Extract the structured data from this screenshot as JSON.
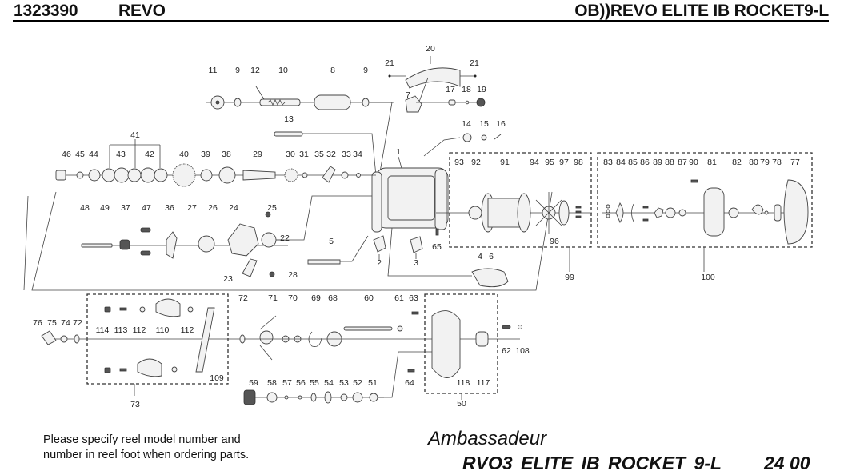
{
  "header": {
    "part_number": "1323390",
    "series": "REVO",
    "model_title": "OB))REVO ELITE IB ROCKET9-L"
  },
  "footer": {
    "note_line1": "Please specify reel model number and",
    "note_line2": "number in reel foot when ordering parts.",
    "brand": "Ambassadeur",
    "model": "RVO3  ELITE IB ROCKET 9-L",
    "code": "24 00"
  },
  "callouts": [
    {
      "id": "20",
      "label": "20"
    },
    {
      "id": "21a",
      "label": "21"
    },
    {
      "id": "21b",
      "label": "21"
    },
    {
      "id": "11",
      "label": "11"
    },
    {
      "id": "9a",
      "label": "9"
    },
    {
      "id": "12",
      "label": "12"
    },
    {
      "id": "10",
      "label": "10"
    },
    {
      "id": "8",
      "label": "8"
    },
    {
      "id": "9b",
      "label": "9"
    },
    {
      "id": "17",
      "label": "17"
    },
    {
      "id": "18",
      "label": "18"
    },
    {
      "id": "19",
      "label": "19"
    },
    {
      "id": "7",
      "label": "7"
    },
    {
      "id": "13",
      "label": "13"
    },
    {
      "id": "14",
      "label": "14"
    },
    {
      "id": "15",
      "label": "15"
    },
    {
      "id": "16",
      "label": "16"
    },
    {
      "id": "41",
      "label": "41"
    },
    {
      "id": "1",
      "label": "1"
    },
    {
      "id": "46",
      "label": "46"
    },
    {
      "id": "45",
      "label": "45"
    },
    {
      "id": "44",
      "label": "44"
    },
    {
      "id": "43",
      "label": "43"
    },
    {
      "id": "42",
      "label": "42"
    },
    {
      "id": "40",
      "label": "40"
    },
    {
      "id": "39",
      "label": "39"
    },
    {
      "id": "38",
      "label": "38"
    },
    {
      "id": "29",
      "label": "29"
    },
    {
      "id": "30",
      "label": "30"
    },
    {
      "id": "31",
      "label": "31"
    },
    {
      "id": "35",
      "label": "35"
    },
    {
      "id": "32",
      "label": "32"
    },
    {
      "id": "33",
      "label": "33"
    },
    {
      "id": "34",
      "label": "34"
    },
    {
      "id": "93",
      "label": "93"
    },
    {
      "id": "92",
      "label": "92"
    },
    {
      "id": "91",
      "label": "91"
    },
    {
      "id": "94",
      "label": "94"
    },
    {
      "id": "95",
      "label": "95"
    },
    {
      "id": "97",
      "label": "97"
    },
    {
      "id": "98",
      "label": "98"
    },
    {
      "id": "96",
      "label": "96"
    },
    {
      "id": "83",
      "label": "83"
    },
    {
      "id": "84",
      "label": "84"
    },
    {
      "id": "85",
      "label": "85"
    },
    {
      "id": "86",
      "label": "86"
    },
    {
      "id": "89",
      "label": "89"
    },
    {
      "id": "88",
      "label": "88"
    },
    {
      "id": "87",
      "label": "87"
    },
    {
      "id": "90",
      "label": "90"
    },
    {
      "id": "81",
      "label": "81"
    },
    {
      "id": "82",
      "label": "82"
    },
    {
      "id": "80",
      "label": "80"
    },
    {
      "id": "79",
      "label": "79"
    },
    {
      "id": "78",
      "label": "78"
    },
    {
      "id": "77",
      "label": "77"
    },
    {
      "id": "48",
      "label": "48"
    },
    {
      "id": "49",
      "label": "49"
    },
    {
      "id": "37",
      "label": "37"
    },
    {
      "id": "47",
      "label": "47"
    },
    {
      "id": "36",
      "label": "36"
    },
    {
      "id": "27",
      "label": "27"
    },
    {
      "id": "26",
      "label": "26"
    },
    {
      "id": "24",
      "label": "24"
    },
    {
      "id": "25",
      "label": "25"
    },
    {
      "id": "22",
      "label": "22"
    },
    {
      "id": "5",
      "label": "5"
    },
    {
      "id": "65",
      "label": "65"
    },
    {
      "id": "2",
      "label": "2"
    },
    {
      "id": "3",
      "label": "3"
    },
    {
      "id": "4",
      "label": "4"
    },
    {
      "id": "6",
      "label": "6"
    },
    {
      "id": "99",
      "label": "99"
    },
    {
      "id": "100",
      "label": "100"
    },
    {
      "id": "23",
      "label": "23"
    },
    {
      "id": "28",
      "label": "28"
    },
    {
      "id": "76",
      "label": "76"
    },
    {
      "id": "75",
      "label": "75"
    },
    {
      "id": "74",
      "label": "74"
    },
    {
      "id": "72a",
      "label": "72"
    },
    {
      "id": "114",
      "label": "114"
    },
    {
      "id": "113",
      "label": "113"
    },
    {
      "id": "112a",
      "label": "112"
    },
    {
      "id": "110",
      "label": "110"
    },
    {
      "id": "112b",
      "label": "112"
    },
    {
      "id": "109",
      "label": "109"
    },
    {
      "id": "73",
      "label": "73"
    },
    {
      "id": "72b",
      "label": "72"
    },
    {
      "id": "71",
      "label": "71"
    },
    {
      "id": "70",
      "label": "70"
    },
    {
      "id": "69",
      "label": "69"
    },
    {
      "id": "68",
      "label": "68"
    },
    {
      "id": "60",
      "label": "60"
    },
    {
      "id": "61",
      "label": "61"
    },
    {
      "id": "63",
      "label": "63"
    },
    {
      "id": "62",
      "label": "62"
    },
    {
      "id": "108",
      "label": "108"
    },
    {
      "id": "64",
      "label": "64"
    },
    {
      "id": "118",
      "label": "118"
    },
    {
      "id": "117",
      "label": "117"
    },
    {
      "id": "50",
      "label": "50"
    },
    {
      "id": "59",
      "label": "59"
    },
    {
      "id": "58",
      "label": "58"
    },
    {
      "id": "57",
      "label": "57"
    },
    {
      "id": "56",
      "label": "56"
    },
    {
      "id": "55",
      "label": "55"
    },
    {
      "id": "54",
      "label": "54"
    },
    {
      "id": "53",
      "label": "53"
    },
    {
      "id": "52",
      "label": "52"
    },
    {
      "id": "51",
      "label": "51"
    }
  ]
}
